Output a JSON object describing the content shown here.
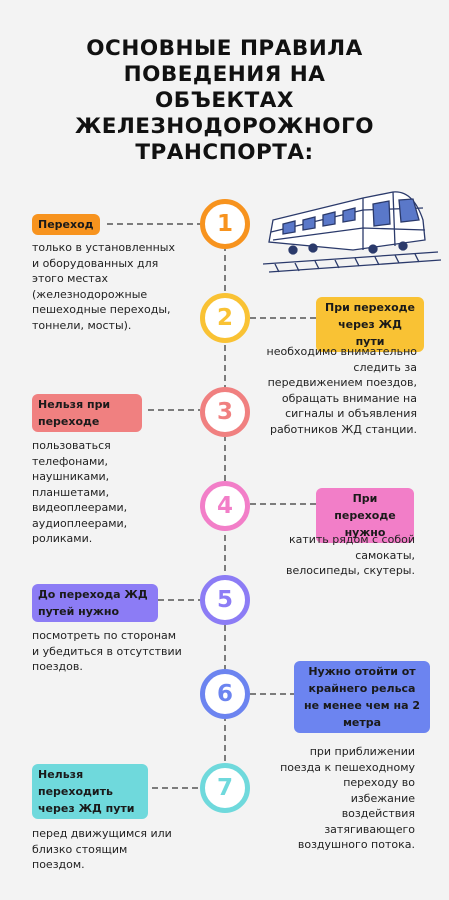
{
  "title": {
    "lines": [
      "ОСНОВНЫЕ ПРАВИЛА",
      "ПОВЕДЕНИЯ НА",
      "ОБЪЕКТАХ",
      "ЖЕЛЕЗНОДОРОЖНОГО",
      "ТРАНСПОРТА:"
    ]
  },
  "colors": {
    "orange": "#f7931e",
    "yellow": "#f9c234",
    "red": "#f08080",
    "pink": "#f27ec8",
    "purple": "#8c7cf5",
    "blue": "#6c84f0",
    "teal": "#6fd9dc"
  },
  "rules": [
    {
      "num": "1",
      "badge": "Переход",
      "text": "только в установленных и оборудованных для этого местах (железнодорожные пешеходные переходы, тоннели, мосты)."
    },
    {
      "num": "2",
      "badge": "При переходе через ЖД пути",
      "text": "необходимо внимательно следить за передвижением поездов, обращать внимание на сигналы и объявления работников ЖД станции."
    },
    {
      "num": "3",
      "badge": "Нельзя при переходе",
      "text": "пользоваться телефонами, наушниками, планшетами, видеоплеерами, аудиоплеерами, роликами."
    },
    {
      "num": "4",
      "badge": "При переходе нужно",
      "text": "катить рядом с собой самокаты, велосипеды, скутеры."
    },
    {
      "num": "5",
      "badge": "До перехода ЖД путей нужно",
      "text": "посмотреть по сторонам и убедиться в отсутствии поездов."
    },
    {
      "num": "6",
      "badge": "Нужно отойти от крайнего рельса не менее чем на 2 метра",
      "text": "при приближении поезда к пешеходному переходу во избежание воздействия затягивающего воздушного потока."
    },
    {
      "num": "7",
      "badge": "Нельзя переходить через ЖД пути",
      "text": "перед движущимся или близко стоящим поездом."
    }
  ],
  "icons": {
    "train": "train-illustration"
  }
}
